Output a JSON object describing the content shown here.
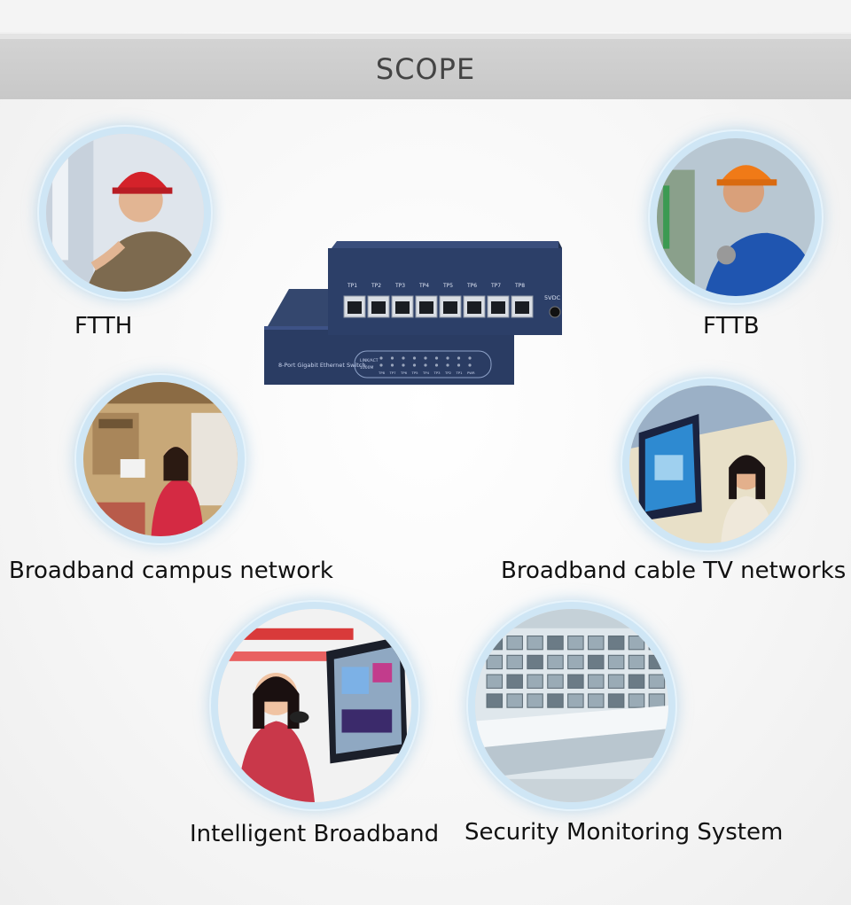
{
  "header": {
    "title": "SCOPE"
  },
  "device": {
    "ports": [
      "TP1",
      "TP2",
      "TP3",
      "TP4",
      "TP5",
      "TP6",
      "TP7",
      "TP8"
    ],
    "power_label": "5VDC",
    "front_label": "8-Port Gigabit Ethernet Switch",
    "led_labels": [
      "LINK/ACT",
      "1000M"
    ],
    "led_ports": [
      "TP8",
      "TP7",
      "TP6",
      "TP5",
      "TP4",
      "TP3",
      "TP2",
      "TP1",
      "PWR"
    ]
  },
  "scopes": [
    {
      "label": "FTTH",
      "icon": "worker-helmet-icon"
    },
    {
      "label": "FTTB",
      "icon": "worker-helmet-icon"
    },
    {
      "label": "Broadband campus network",
      "icon": "office-computer-icon"
    },
    {
      "label": "Broadband cable TV networks",
      "icon": "tv-screen-icon"
    },
    {
      "label": "Intelligent Broadband",
      "icon": "smart-tv-icon"
    },
    {
      "label": "Security Monitoring System",
      "icon": "control-room-icon"
    }
  ],
  "colors": {
    "ring": "#cfe6f5",
    "device_blue": "#2a3c63",
    "banner": "#c8c8c8"
  }
}
